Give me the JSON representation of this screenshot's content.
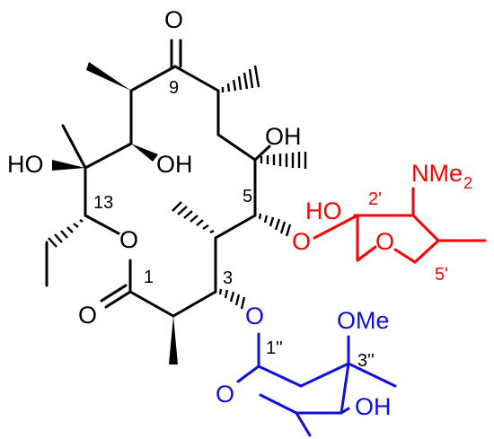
{
  "colors": {
    "aglycone": "#000000",
    "desosamine": "#ff0000",
    "cladinose": "#1010dd"
  },
  "labels": {
    "o9": "O",
    "n9": "9",
    "oh_top": "OH",
    "ho12": "HO",
    "oh11": "OH",
    "n13": "13",
    "n5": "5",
    "o_ring": "O",
    "n1": "1",
    "o1": "O",
    "n3": "3",
    "o3": "O",
    "o5": "O",
    "ho2p": "HO",
    "n2p": "2'",
    "nme2": "NMe",
    "nme2_sub": "2",
    "o_desos_ring": "O",
    "n5p": "5'",
    "ome": "OMe",
    "n1pp": "1''",
    "n3pp": "3''",
    "o_clad_ring": "O",
    "oh_clad": "OH"
  }
}
